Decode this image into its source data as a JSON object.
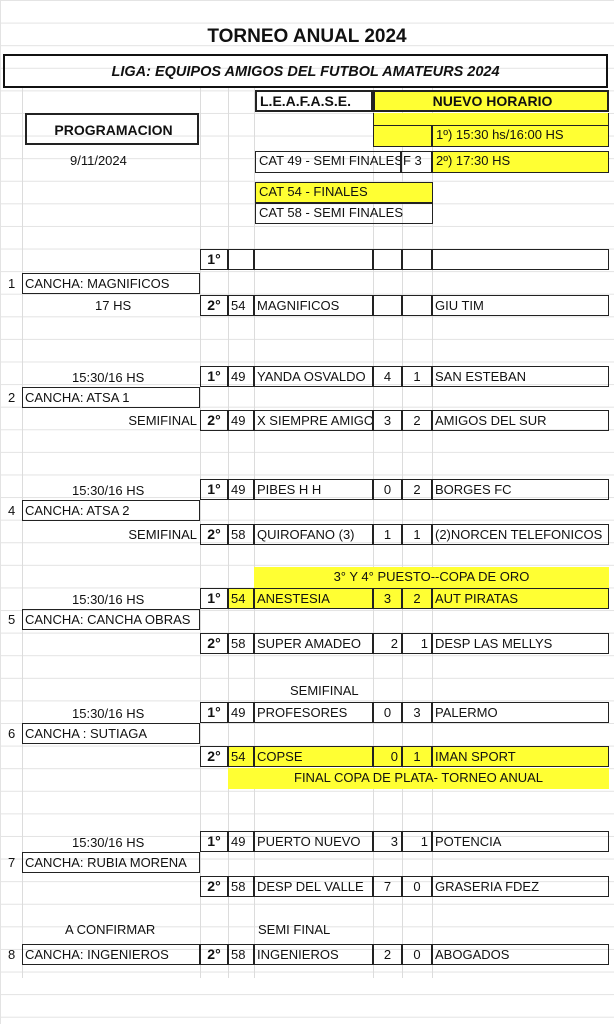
{
  "header": {
    "title": "TORNEO ANUAL  2024",
    "liga": "LIGA: EQUIPOS AMIGOS DEL FUTBOL AMATEURS  2024",
    "org": "L.E.A.F.A.S.E.",
    "nuevo_horario": "NUEVO HORARIO",
    "programacion": "PROGRAMACION",
    "date": "9/11/2024",
    "horario_1": "1º) 15:30 hs/16:00 HS",
    "horario_2": "2º) 17:30 HS",
    "cat_49": "CAT 49 - SEMI FINALES",
    "cat_49_f": "F 3",
    "cat_54": "CAT 54 - FINALES",
    "cat_58": "CAT 58 - SEMI FINALES"
  },
  "blocks": [
    {
      "number": "1",
      "cancha": "CANCHA:   MAGNIFICOS",
      "time": "17 HS",
      "pre_label": "",
      "note": "",
      "post_note": "",
      "rows": [
        {
          "turn": "1°",
          "cat": "",
          "home": "",
          "hs": "",
          "as": "",
          "away": ""
        },
        {
          "turn": "2°",
          "cat": "54",
          "home": "MAGNIFICOS",
          "hs": "",
          "as": "",
          "away": "GIU TIM"
        }
      ]
    },
    {
      "number": "2",
      "cancha": "CANCHA: ATSA 1",
      "time": "15:30/16 HS",
      "pre_label": "",
      "note": "SEMIFINAL",
      "post_note": "",
      "rows": [
        {
          "turn": "1°",
          "cat": "49",
          "home": "YANDA OSVALDO",
          "hs": "4",
          "as": "1",
          "away": "SAN ESTEBAN"
        },
        {
          "turn": "2°",
          "cat": "49",
          "home": "X SIEMPRE AMIGOS",
          "hs": "3",
          "as": "2",
          "away": "AMIGOS DEL SUR"
        }
      ]
    },
    {
      "number": "4",
      "cancha": "CANCHA: ATSA 2",
      "time": "15:30/16 HS",
      "pre_label": "",
      "note": "SEMIFINAL",
      "post_note": "",
      "rows": [
        {
          "turn": "1°",
          "cat": "49",
          "home": "PIBES H H",
          "hs": "0",
          "as": "2",
          "away": "BORGES FC"
        },
        {
          "turn": "2°",
          "cat": "58",
          "home": "QUIROFANO (3)",
          "hs": "1",
          "as": "1",
          "away": "(2)NORCEN TELEFONICOS"
        }
      ]
    },
    {
      "number": "5",
      "cancha": "CANCHA: CANCHA OBRAS",
      "time": "15:30/16 HS",
      "pre_label": "3° Y 4° PUESTO--COPA DE ORO",
      "note": "",
      "post_note": "",
      "rows": [
        {
          "turn": "1°",
          "cat": "54",
          "home": "ANESTESIA",
          "hs": "3",
          "as": "2",
          "away": "AUT PIRATAS"
        },
        {
          "turn": "2°",
          "cat": "58",
          "home": "SUPER AMADEO",
          "hs": "2",
          "as": "1",
          "away": "DESP LAS MELLYS"
        }
      ]
    },
    {
      "number": "6",
      "cancha": "CANCHA : SUTIAGA",
      "time": "15:30/16 HS",
      "pre_label": "SEMIFINAL",
      "note": "",
      "post_note": "FINAL COPA DE PLATA- TORNEO ANUAL",
      "rows": [
        {
          "turn": "1°",
          "cat": "49",
          "home": "PROFESORES",
          "hs": "0",
          "as": "3",
          "away": "PALERMO"
        },
        {
          "turn": "2°",
          "cat": "54",
          "home": "COPSE",
          "hs": "0",
          "as": "1",
          "away": "IMAN SPORT"
        }
      ]
    },
    {
      "number": "7",
      "cancha": "CANCHA: RUBIA MORENA",
      "time": "15:30/16 HS",
      "pre_label": "",
      "note": "",
      "post_note": "",
      "rows": [
        {
          "turn": "1°",
          "cat": "49",
          "home": "PUERTO NUEVO",
          "hs": "3",
          "as": "1",
          "away": "POTENCIA"
        },
        {
          "turn": "2°",
          "cat": "58",
          "home": "DESP DEL VALLE",
          "hs": "7",
          "as": "0",
          "away": "GRASERIA FDEZ"
        }
      ]
    },
    {
      "number": "8",
      "cancha": "CANCHA: INGENIEROS",
      "time": "A CONFIRMAR",
      "pre_label": "SEMI FINAL",
      "note": "",
      "post_note": "",
      "rows": [
        {
          "turn": "2°",
          "cat": "58",
          "home": "INGENIEROS",
          "hs": "2",
          "as": "0",
          "away": "ABOGADOS"
        }
      ]
    }
  ],
  "colors": {
    "highlight": "#ffff33"
  }
}
